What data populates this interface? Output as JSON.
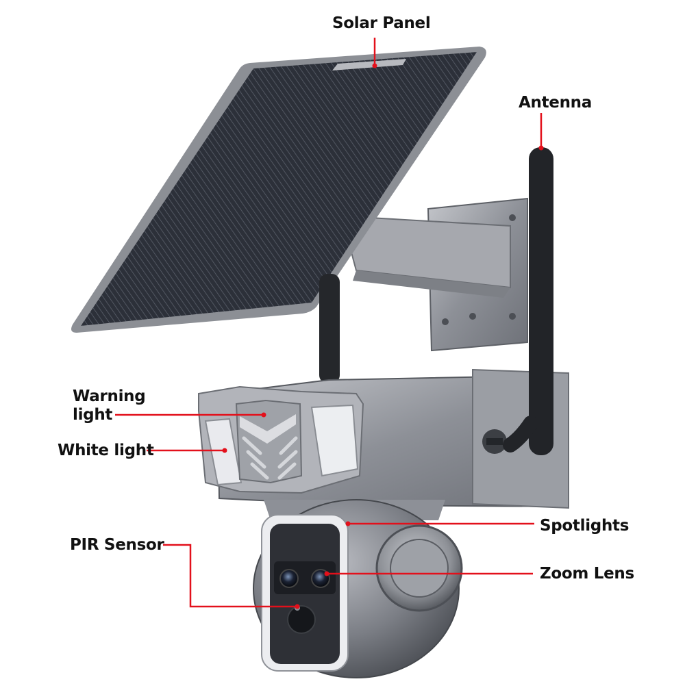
{
  "labels": {
    "solar_panel": "Solar Panel",
    "antenna": "Antenna",
    "warning_light_line1": "Warning",
    "warning_light_line2": "light",
    "white_light": "White light",
    "pir_sensor": "PIR Sensor",
    "spotlights": "Spotlights",
    "zoom_lens": "Zoom Lens"
  },
  "colors": {
    "callout_line": "#e3101b",
    "label_text": "#111111",
    "solar_cell": "#2b2f3a",
    "metal": "#9a9ca3",
    "background": "#ffffff"
  }
}
